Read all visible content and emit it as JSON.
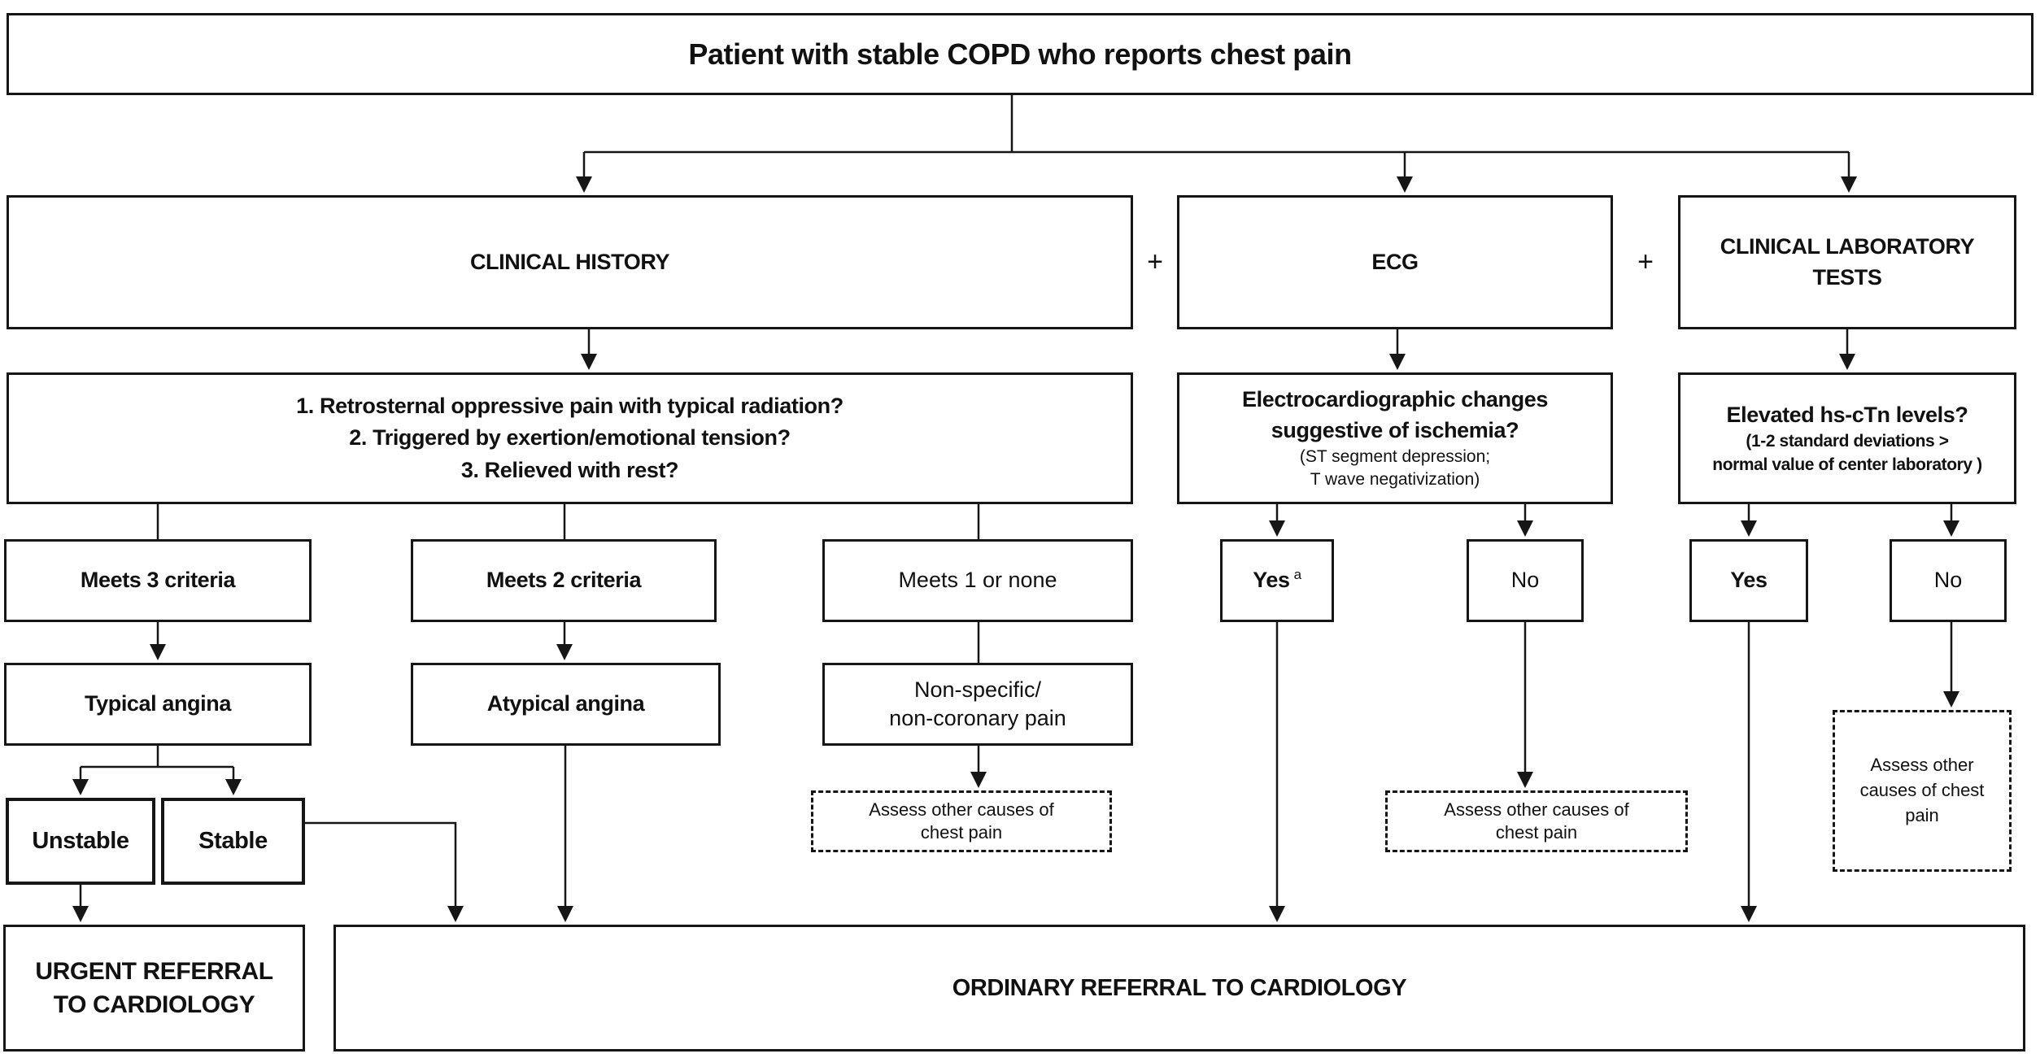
{
  "title": "Patient with stable COPD who reports chest pain",
  "plus": "+",
  "columns": {
    "clinical_history": {
      "header": "CLINICAL HISTORY",
      "questions": [
        "1. Retrosternal oppressive pain with typical radiation?",
        "2. Triggered by exertion/emotional tension?",
        "3. Relieved with rest?"
      ],
      "outcomes": {
        "meets3": "Meets 3 criteria",
        "meets2": "Meets 2 criteria",
        "meets1": "Meets 1 or none"
      },
      "results": {
        "typical": "Typical angina",
        "atypical": "Atypical angina",
        "nonspecific_line1": "Non-specific/",
        "nonspecific_line2": "non-coronary pain"
      },
      "subtypes": {
        "unstable": "Unstable",
        "stable": "Stable"
      },
      "assess": [
        "Assess other causes of",
        "chest pain"
      ]
    },
    "ecg": {
      "header": "ECG",
      "question_line1": "Electrocardiographic changes",
      "question_line2": "suggestive of ischemia?",
      "note_line1": "(ST segment depression;",
      "note_line2": "T wave negativization)",
      "yes_label": "Yes",
      "yes_superscript": "a",
      "no_label": "No",
      "assess": [
        "Assess other causes of",
        "chest pain"
      ]
    },
    "lab": {
      "header_line1": "CLINICAL LABORATORY",
      "header_line2": "TESTS",
      "question": "Elevated hs-cTn levels?",
      "note_line1": "(1-2 standard deviations >",
      "note_line2": "normal value of center laboratory )",
      "yes_label": "Yes",
      "no_label": "No",
      "assess": [
        "Assess other",
        "causes of chest",
        "pain"
      ]
    }
  },
  "referrals": {
    "urgent_line1": "URGENT REFERRAL",
    "urgent_line2": "TO CARDIOLOGY",
    "ordinary": "ORDINARY REFERRAL TO CARDIOLOGY"
  }
}
